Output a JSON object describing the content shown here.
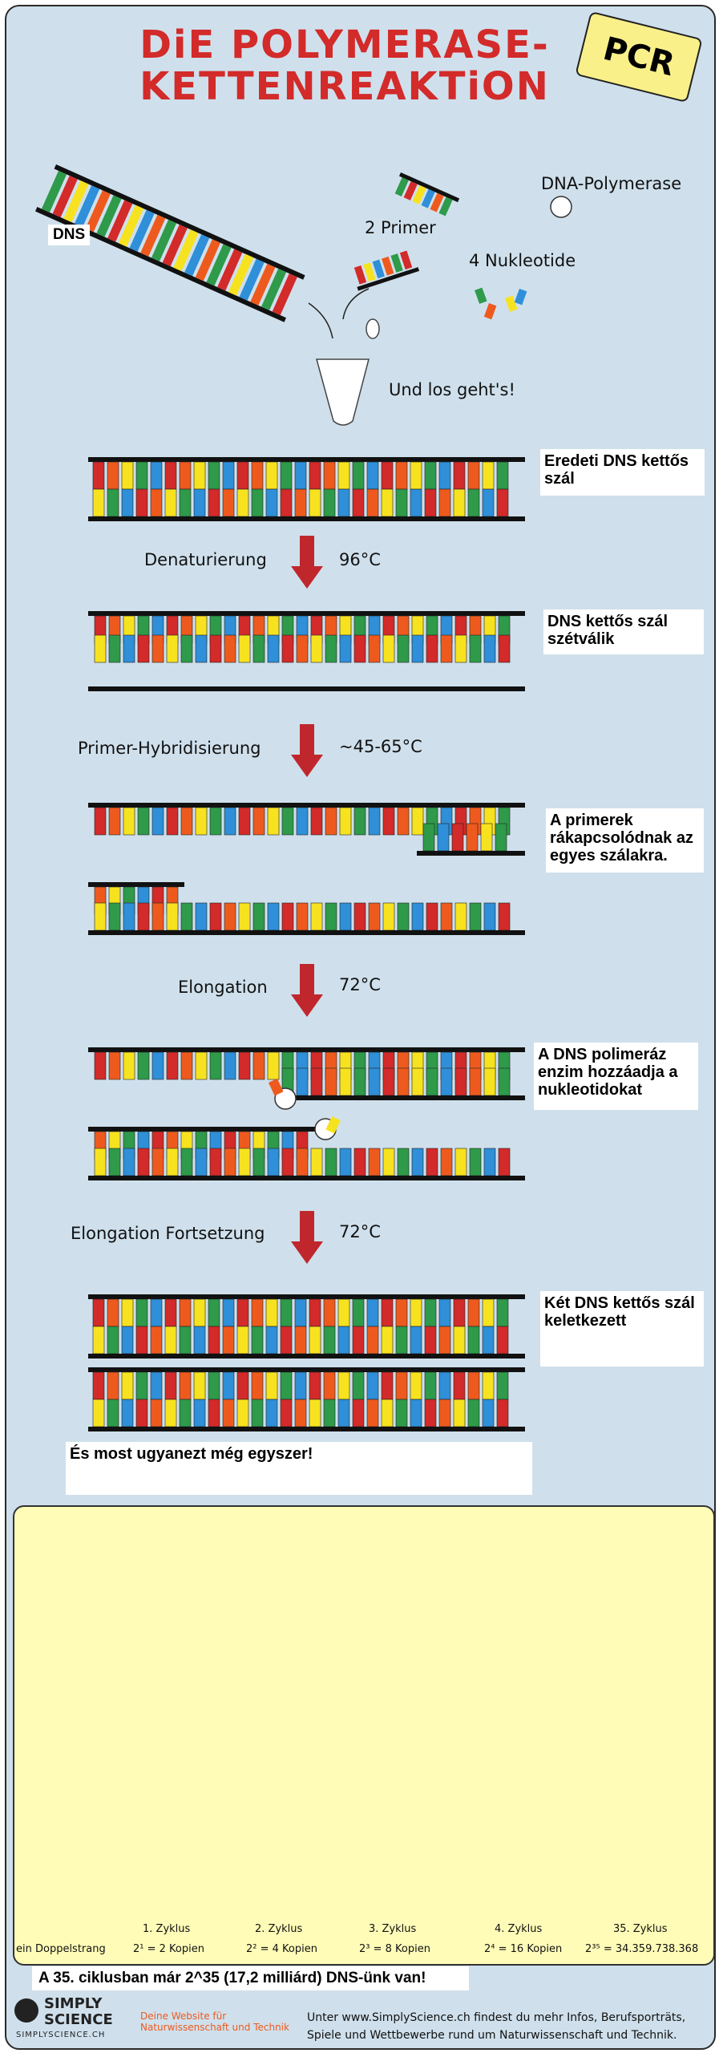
{
  "title": {
    "line1": "DiE POLYMERASE-",
    "line2": "KETTENREAKTiON",
    "badge": "PCR"
  },
  "intro": {
    "dns": "DNS",
    "primer": "2 Primer",
    "polymerase": "DNA-Polymerase",
    "nucleotides": "4 Nukleotide",
    "go": "Und los geht's!"
  },
  "steps": [
    {
      "name": "Denaturierung",
      "temp": "96°C"
    },
    {
      "name": "Primer-Hybridisierung",
      "temp": "~45-65°C"
    },
    {
      "name": "Elongation",
      "temp": "72°C"
    },
    {
      "name": "Elongation Fortsetzung",
      "temp": "72°C"
    }
  ],
  "notes": [
    "Eredeti DNS kettős szál",
    "DNS kettős szál szétválik",
    "A primerek rákapcsolódnak az egyes szálakra.",
    "A DNS polimeráz enzim hozzáadja a nukleotidokat",
    "Két DNS kettős szál keletkezett",
    "És most ugyanezt még egyszer!"
  ],
  "cycles": [
    {
      "label": "",
      "copies": "ein Doppelstrang"
    },
    {
      "label": "1. Zyklus",
      "copies": "2¹ = 2 Kopien"
    },
    {
      "label": "2. Zyklus",
      "copies": "2² = 4 Kopien"
    },
    {
      "label": "3. Zyklus",
      "copies": "2³ = 8 Kopien"
    },
    {
      "label": "4. Zyklus",
      "copies": "2⁴ = 16 Kopien"
    },
    {
      "label": "35. Zyklus",
      "copies": "2³⁵ = 34.359.738.368"
    }
  ],
  "summary": "A 35. ciklusban már 2^35 (17,2 milliárd) DNS-ünk van!",
  "footer": {
    "logo_top": "SIMPLY",
    "logo_mid": "SCIENCE",
    "logo_url": "SIMPLYSCIENCE.CH",
    "tagline": "Deine Website für Naturwissenschaft und Technik",
    "info": "Unter www.SimplyScience.ch findest du mehr Infos, Berufsporträts, Spiele und Wettbewerbe rund um Naturwissenschaft und Technik."
  },
  "colors": {
    "red": "#d32a2a",
    "green": "#2e9a4a",
    "yellow": "#f7e21f",
    "blue": "#2f8fd8",
    "orange": "#ee5a1e",
    "panel": "#fffcb8",
    "bg": "#cfe0ec"
  }
}
